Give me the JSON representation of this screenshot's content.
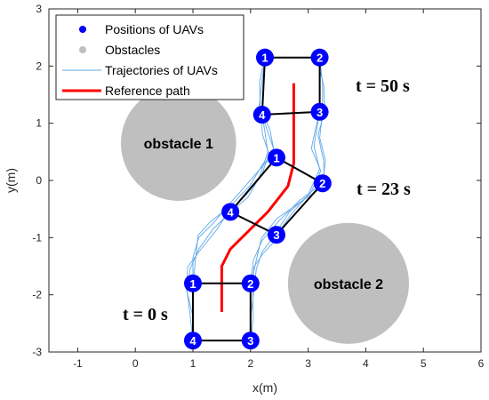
{
  "chart_data": {
    "type": "scatter",
    "title": "",
    "xlabel": "x(m)",
    "ylabel": "y(m)",
    "xlim": [
      -1.5,
      6
    ],
    "ylim": [
      -3,
      3
    ],
    "xticks": [
      -1,
      0,
      1,
      2,
      3,
      4,
      5,
      6
    ],
    "yticks": [
      -3,
      -2,
      -1,
      0,
      1,
      2,
      3
    ],
    "grid": false,
    "legend_position": "top-left",
    "legend": [
      {
        "label": "Positions of UAVs",
        "kind": "blue-dot"
      },
      {
        "label": "Obstacles",
        "kind": "gray-dot"
      },
      {
        "label": "Trajectories of UAVs",
        "kind": "thin-blue-line"
      },
      {
        "label": "Reference path",
        "kind": "red-line"
      }
    ],
    "colors": {
      "uav": "#0000ff",
      "obstacle": "#bfbfbf",
      "trajectory": "#5fa8e8",
      "reference": "#ff0000",
      "formation": "#000000"
    },
    "obstacles": [
      {
        "label": "obstacle 1",
        "cx": 0.75,
        "cy": 0.65,
        "r": 1.0
      },
      {
        "label": "obstacle 2",
        "cx": 3.7,
        "cy": -1.8,
        "r": 1.05
      }
    ],
    "reference_path": [
      [
        1.5,
        -2.3
      ],
      [
        1.5,
        -1.5
      ],
      [
        1.65,
        -1.2
      ],
      [
        2.3,
        -0.55
      ],
      [
        2.65,
        -0.1
      ],
      [
        2.75,
        0.3
      ],
      [
        2.75,
        1.7
      ]
    ],
    "formations": [
      {
        "time_label": "t = 0 s",
        "uavs": [
          {
            "id": "1",
            "x": 1.0,
            "y": -1.8
          },
          {
            "id": "2",
            "x": 2.0,
            "y": -1.8
          },
          {
            "id": "3",
            "x": 2.0,
            "y": -2.8
          },
          {
            "id": "4",
            "x": 1.0,
            "y": -2.8
          }
        ]
      },
      {
        "time_label": "t = 23 s",
        "uavs": [
          {
            "id": "1",
            "x": 2.45,
            "y": 0.4
          },
          {
            "id": "2",
            "x": 3.25,
            "y": -0.05
          },
          {
            "id": "3",
            "x": 2.45,
            "y": -0.95
          },
          {
            "id": "4",
            "x": 1.65,
            "y": -0.55
          }
        ]
      },
      {
        "time_label": "t = 50 s",
        "uavs": [
          {
            "id": "1",
            "x": 2.25,
            "y": 2.15
          },
          {
            "id": "2",
            "x": 3.2,
            "y": 2.15
          },
          {
            "id": "3",
            "x": 3.2,
            "y": 1.2
          },
          {
            "id": "4",
            "x": 2.2,
            "y": 1.15
          }
        ]
      }
    ],
    "trajectories": [
      {
        "id": "1",
        "points": [
          [
            1.0,
            -1.8
          ],
          [
            1.0,
            -1.35
          ],
          [
            1.1,
            -1.0
          ],
          [
            1.35,
            -0.75
          ],
          [
            1.6,
            -0.45
          ],
          [
            1.95,
            -0.05
          ],
          [
            2.25,
            0.3
          ],
          [
            2.45,
            0.4
          ],
          [
            2.3,
            0.85
          ],
          [
            2.15,
            1.3
          ],
          [
            2.2,
            1.75
          ],
          [
            2.25,
            2.15
          ]
        ]
      },
      {
        "id": "2",
        "points": [
          [
            2.0,
            -1.8
          ],
          [
            2.05,
            -1.4
          ],
          [
            2.2,
            -1.05
          ],
          [
            2.5,
            -0.7
          ],
          [
            2.85,
            -0.35
          ],
          [
            3.25,
            -0.05
          ],
          [
            3.3,
            0.35
          ],
          [
            3.2,
            0.75
          ],
          [
            3.25,
            1.2
          ],
          [
            3.25,
            1.7
          ],
          [
            3.2,
            2.15
          ]
        ]
      },
      {
        "id": "3",
        "points": [
          [
            2.0,
            -2.8
          ],
          [
            2.0,
            -2.4
          ],
          [
            2.05,
            -2.0
          ],
          [
            2.1,
            -1.55
          ],
          [
            2.2,
            -1.25
          ],
          [
            2.35,
            -1.05
          ],
          [
            2.45,
            -0.95
          ],
          [
            2.7,
            -0.6
          ],
          [
            3.0,
            -0.25
          ],
          [
            3.2,
            0.2
          ],
          [
            3.1,
            0.6
          ],
          [
            3.2,
            1.2
          ]
        ]
      },
      {
        "id": "4",
        "points": [
          [
            1.0,
            -2.8
          ],
          [
            0.95,
            -2.35
          ],
          [
            0.9,
            -1.95
          ],
          [
            0.95,
            -1.55
          ],
          [
            1.1,
            -1.2
          ],
          [
            1.35,
            -0.85
          ],
          [
            1.65,
            -0.55
          ],
          [
            1.95,
            -0.3
          ],
          [
            2.15,
            0.05
          ],
          [
            2.3,
            0.5
          ],
          [
            2.25,
            0.85
          ],
          [
            2.2,
            1.15
          ]
        ]
      }
    ]
  }
}
